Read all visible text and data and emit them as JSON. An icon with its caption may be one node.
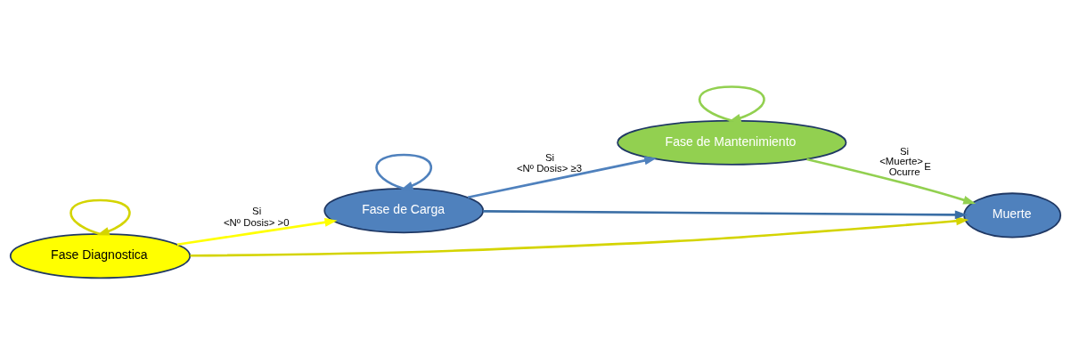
{
  "diagram": {
    "nodes": [
      {
        "text": [
          "Fase Diagnostica"
        ]
      },
      {
        "text": [
          "Fase de Carga"
        ]
      },
      {
        "text": [
          "Fase de Mantenimiento"
        ]
      },
      {
        "text": [
          "Muerte"
        ]
      }
    ],
    "edges": [
      {
        "from": 0,
        "to": 0,
        "arrow": "to",
        "color": "#d4d400"
      },
      {
        "from": 0,
        "to": 1,
        "arrow": "to",
        "color": "#ffff00",
        "label": "Si <Nº Dosis> >0"
      },
      {
        "from": 1,
        "to": 1,
        "arrow": "to",
        "color": "#4f81bd"
      },
      {
        "from": 1,
        "to": 2,
        "arrow": "to",
        "color": "#4f81bd",
        "label": "Si <Nº Dosis> ≥3"
      },
      {
        "from": 2,
        "to": 2,
        "arrow": "to",
        "color": "#92d050"
      },
      {
        "from": 2,
        "to": 3,
        "arrow": "to",
        "color": "#92d050",
        "label": "Si <Muerte>$_{E}$ Ocurre"
      },
      {
        "from": 1,
        "to": 3,
        "arrow": "to",
        "color": "#3a6ea5"
      },
      {
        "from": 0,
        "to": 3,
        "arrow": "to",
        "color": "#d4d400"
      }
    ]
  }
}
